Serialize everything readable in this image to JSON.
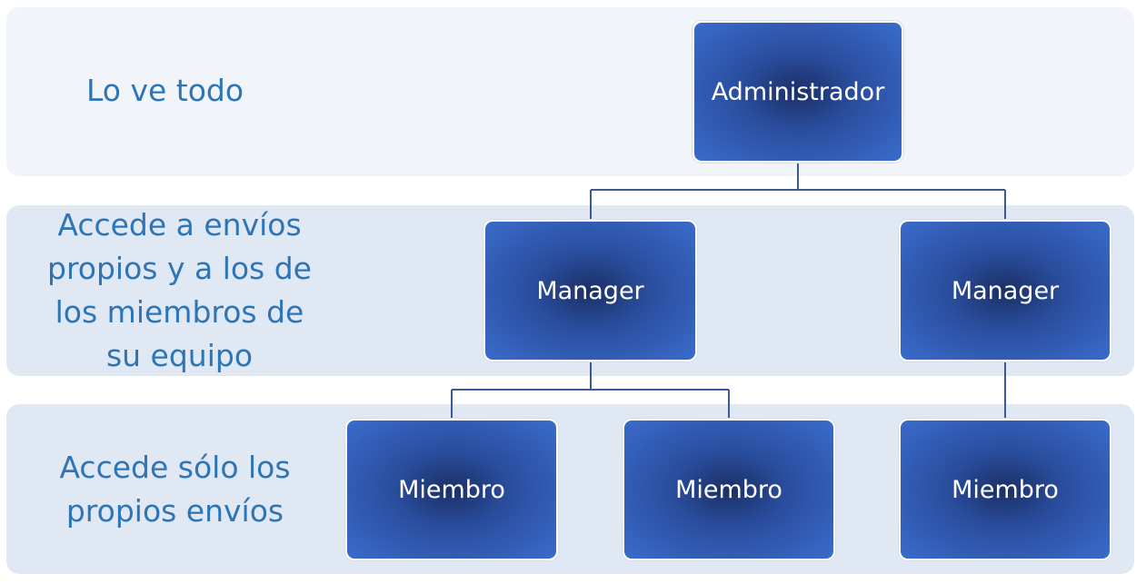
{
  "levels": [
    {
      "description": "Lo ve todo"
    },
    {
      "description": "Accede a envíos\npropios y a los de\nlos miembros de\nsu equipo"
    },
    {
      "description": "Accede sólo los\npropios envíos"
    }
  ],
  "nodes": {
    "admin": "Administrador",
    "manager_1": "Manager",
    "manager_2": "Manager",
    "member_1": "Miembro",
    "member_2": "Miembro",
    "member_3": "Miembro"
  },
  "colors": {
    "label_text": "#2e75b6",
    "node_fill": "#2a4e9e",
    "connector": "#3a5a98",
    "band_top": "#f1f5fa",
    "band": "#dfe8f3"
  }
}
